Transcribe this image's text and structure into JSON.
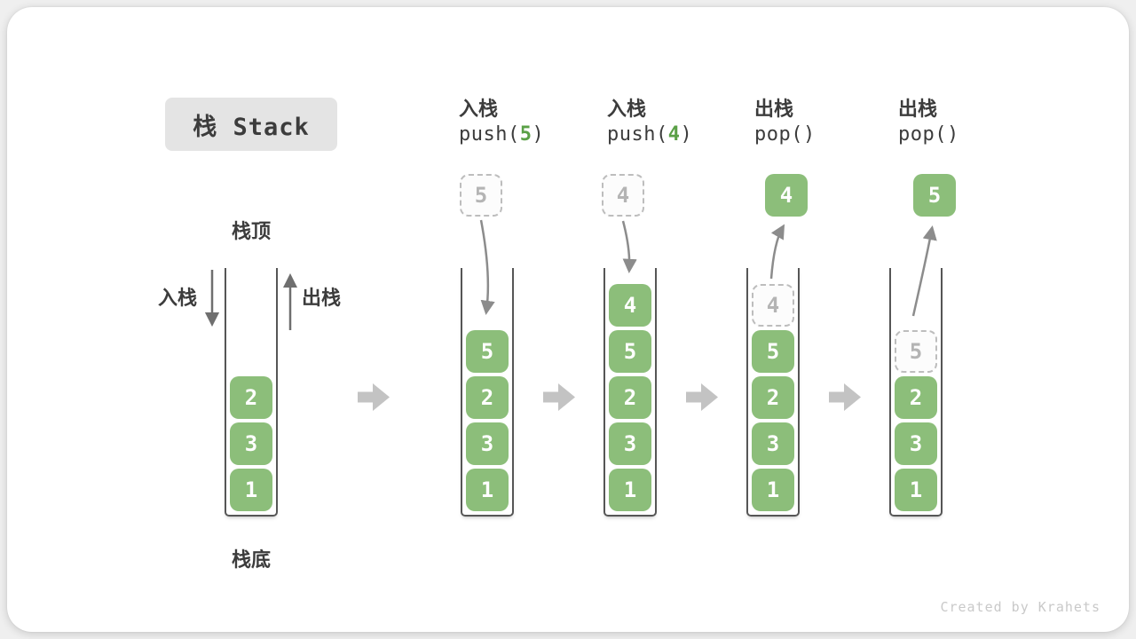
{
  "card": {
    "title": "栈 Stack",
    "watermark": "Created by Krahets"
  },
  "legend": {
    "stack_top": "栈顶",
    "stack_bottom": "栈底",
    "push_label": "入栈",
    "pop_label": "出栈"
  },
  "colors": {
    "page_bg": "#EFEFEF",
    "card_bg": "#FFFFFF",
    "title_bg": "#E4E4E4",
    "text_dark": "#3C3C3C",
    "cell_green": "#8CBE7A",
    "code_green": "#5AA046",
    "arrow_gray": "#8C8C8C",
    "arrow_dark": "#6F6F6F",
    "chevron_gray": "#C3C3C3",
    "dashed_gray": "#BDBDBD",
    "dashed_text": "#B4B4B4",
    "wall_dark": "#565656",
    "watermark_gray": "#C9C9C9"
  },
  "diagram": {
    "columns": [
      {
        "name": "state-initial",
        "header": null,
        "floating": null,
        "cells": [
          {
            "value": "2",
            "style": "solid"
          },
          {
            "value": "3",
            "style": "solid"
          },
          {
            "value": "1",
            "style": "solid"
          }
        ]
      },
      {
        "name": "op-push-5",
        "header": {
          "op": "入栈",
          "code_pre": "push(",
          "code_arg": "5",
          "code_post": ")"
        },
        "floating": {
          "value": "5",
          "style": "dashed"
        },
        "cells": [
          {
            "value": "5",
            "style": "solid"
          },
          {
            "value": "2",
            "style": "solid"
          },
          {
            "value": "3",
            "style": "solid"
          },
          {
            "value": "1",
            "style": "solid"
          }
        ]
      },
      {
        "name": "op-push-4",
        "header": {
          "op": "入栈",
          "code_pre": "push(",
          "code_arg": "4",
          "code_post": ")"
        },
        "floating": {
          "value": "4",
          "style": "dashed"
        },
        "cells": [
          {
            "value": "4",
            "style": "solid"
          },
          {
            "value": "5",
            "style": "solid"
          },
          {
            "value": "2",
            "style": "solid"
          },
          {
            "value": "3",
            "style": "solid"
          },
          {
            "value": "1",
            "style": "solid"
          }
        ]
      },
      {
        "name": "op-pop-4",
        "header": {
          "op": "出栈",
          "code_pre": "pop(",
          "code_arg": "",
          "code_post": ")"
        },
        "floating": {
          "value": "4",
          "style": "solid"
        },
        "cells": [
          {
            "value": "4",
            "style": "dashed"
          },
          {
            "value": "5",
            "style": "solid"
          },
          {
            "value": "2",
            "style": "solid"
          },
          {
            "value": "3",
            "style": "solid"
          },
          {
            "value": "1",
            "style": "solid"
          }
        ]
      },
      {
        "name": "op-pop-5",
        "header": {
          "op": "出栈",
          "code_pre": "pop(",
          "code_arg": "",
          "code_post": ")"
        },
        "floating": {
          "value": "5",
          "style": "solid"
        },
        "cells": [
          {
            "value": "5",
            "style": "dashed"
          },
          {
            "value": "2",
            "style": "solid"
          },
          {
            "value": "3",
            "style": "solid"
          },
          {
            "value": "1",
            "style": "solid"
          }
        ]
      }
    ]
  }
}
